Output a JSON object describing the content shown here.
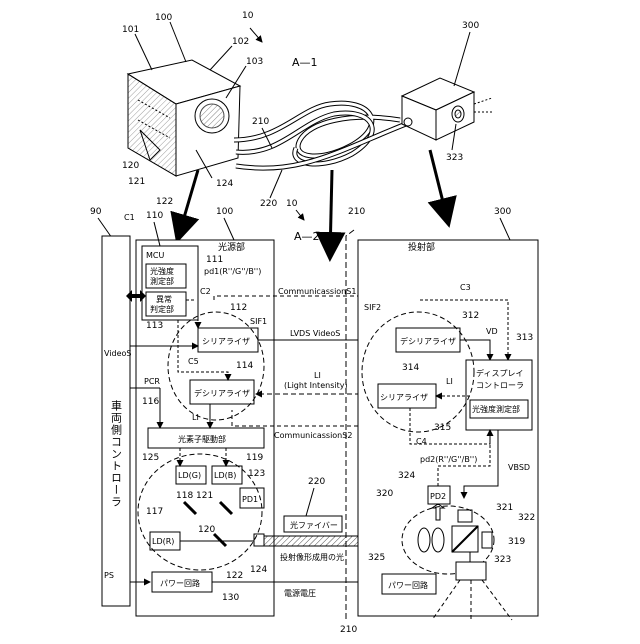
{
  "figure": {
    "view_a1": "A—1",
    "view_a2": "A—2",
    "ref_10": "10",
    "ref_10b": "10"
  },
  "top_view": {
    "refs": {
      "r100": "100",
      "r101": "101",
      "r102": "102",
      "r103": "103",
      "r120": "120",
      "r121": "121",
      "r122": "122",
      "r124": "124",
      "r210": "210",
      "r220": "220",
      "r300": "300",
      "r323": "323"
    }
  },
  "vehicle": {
    "ref": "90",
    "label": "車両側コントローラ",
    "c1": "C1",
    "video_s": "VideoS",
    "pcr": "PCR",
    "ps": "PS"
  },
  "light_source": {
    "ref": "100",
    "title": "光源部",
    "mcu": {
      "ref": "110",
      "label": "MCU"
    },
    "intensity_meter": {
      "ref": "111",
      "label_line1": "光強度",
      "label_line2": "測定部",
      "pd1_signal": "pd1(R''/G''/B'')"
    },
    "anomaly": {
      "ref": "113",
      "label_line1": "異常",
      "label_line2": "判定部"
    },
    "c2": "C2",
    "serializer": {
      "ref": "112",
      "label": "シリアライザ"
    },
    "sif1": "SIF1",
    "c5": "C5",
    "deserializer": {
      "ref": "114",
      "label": "デシリアライザ"
    },
    "li": "LI",
    "driver": {
      "ref": "116",
      "label": "光素子駆動部"
    },
    "ld_g": {
      "ref": "",
      "label": "LD(G)"
    },
    "ld_b": {
      "ref": "119",
      "label": "LD(B)"
    },
    "ld_r": {
      "ref": "117",
      "label": "LD(R)"
    },
    "pd1": {
      "ref": "123",
      "label": "PD1"
    },
    "refs": {
      "r125": "125",
      "r118": "118",
      "r121": "121",
      "r120": "120",
      "r122": "122",
      "r124": "124"
    },
    "power": {
      "ref": "130",
      "label": "パワー回路"
    }
  },
  "cable": {
    "ref_210_top": "210",
    "ref_210_bottom": "210",
    "ref_220": "220",
    "fiber_label": "光ファイバー",
    "beam_label": "投射像形成用の光",
    "comm_s1": "CommunicassionS1",
    "comm_s2": "CommunicassionS2",
    "lvds": "LVDS VideoS",
    "li_label": "LI",
    "li_sub": "(Light Intensity)",
    "supply_voltage": "電源電圧"
  },
  "projector": {
    "ref": "300",
    "title": "投射部",
    "sif2": "SIF2",
    "c3": "C3",
    "vd": "VD",
    "deserializer": {
      "ref": "312",
      "label": "デシリアライザ"
    },
    "serializer": {
      "ref": "314",
      "label": "シリアライザ"
    },
    "li": "LI",
    "display_ctrl": {
      "ref": "313",
      "label_line1": "ディスプレイ",
      "label_line2": "コントローラ"
    },
    "intensity_meter": {
      "ref": "315",
      "label": "光強度測定部"
    },
    "c4": "C4",
    "pd2_signal": "pd2(R''/G''/B'')",
    "pd2": {
      "ref": "324",
      "label": "PD2"
    },
    "vbsd": "VBSD",
    "refs": {
      "r320": "320",
      "r321": "321",
      "r322": "322",
      "r319": "319",
      "r323": "323"
    },
    "power": {
      "ref": "325",
      "label": "パワー回路"
    }
  }
}
